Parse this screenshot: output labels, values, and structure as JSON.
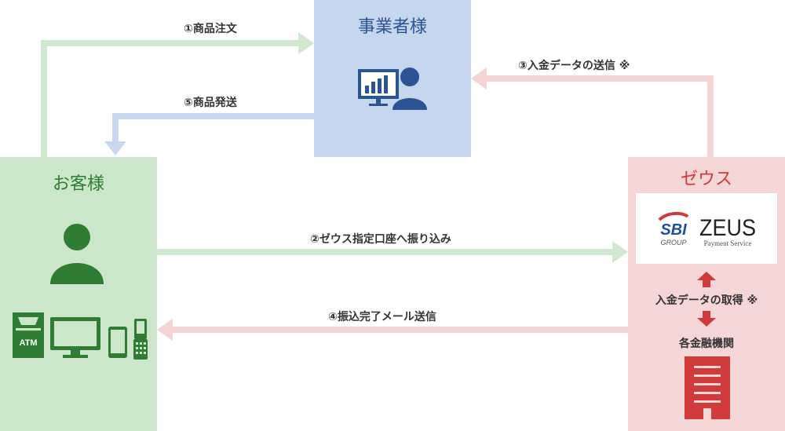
{
  "business": {
    "title": "事業者様",
    "icon": "business-user-with-chart-monitor-icon"
  },
  "customer": {
    "title": "お客様",
    "person_icon": "user-icon",
    "devices": [
      {
        "icon": "atm-icon",
        "label": "ATM"
      },
      {
        "icon": "desktop-monitor-icon"
      },
      {
        "icon": "smartphone-icon"
      },
      {
        "icon": "feature-phone-icon"
      }
    ]
  },
  "zeus": {
    "title": "ゼウス",
    "logo": {
      "sbi_text": "SBI",
      "group_text": "GROUP",
      "zeus_text": "ZEUS",
      "service_text": "Payment Service"
    },
    "acquire_label": "入金データの取得 ※",
    "bank_label": "各金融機関",
    "bank_icon": "bank-building-icon"
  },
  "arrows": {
    "a1": "①商品注文",
    "a2": "②ゼウス指定口座へ振り込み",
    "a3": "③入金データの送信 ※",
    "a4": "④振込完了メール送信",
    "a5": "⑤商品発送"
  },
  "colors": {
    "business": "#c5d6ee",
    "customer": "#cce6cc",
    "zeus": "#f4d6d6",
    "green_arrow": "#cfe8cf",
    "red_arrow": "#f4d4d4",
    "blue_arrow": "#c8d8f0",
    "icon_green": "#2e7d32",
    "icon_blue": "#2a5494",
    "icon_red": "#d03a3a"
  }
}
